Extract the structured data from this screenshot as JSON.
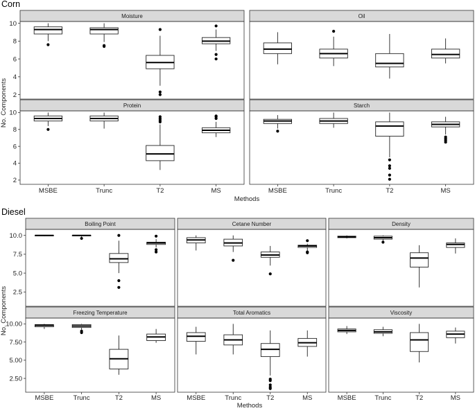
{
  "chart_data": [
    {
      "type": "boxplot",
      "title": "Corn",
      "xlabel": "Methods",
      "ylabel": "No. Components",
      "categories": [
        "MSBE",
        "Trunc",
        "T2",
        "MS"
      ],
      "ylim": [
        1.5,
        10.2
      ],
      "yticks": [
        2,
        4,
        6,
        8,
        10
      ],
      "ytick_labels": [
        "2",
        "4",
        "6",
        "8",
        "10"
      ],
      "panels": [
        {
          "name": "Moisture",
          "boxes": [
            {
              "category": "MSBE",
              "lower_whisker": 8.0,
              "q1": 8.8,
              "median": 9.3,
              "q3": 9.6,
              "upper_whisker": 10.0,
              "outliers": [
                7.6
              ]
            },
            {
              "category": "Trunc",
              "lower_whisker": 7.9,
              "q1": 8.8,
              "median": 9.3,
              "q3": 9.5,
              "upper_whisker": 10.0,
              "outliers": [
                7.5,
                7.4
              ]
            },
            {
              "category": "T2",
              "lower_whisker": 3.0,
              "q1": 4.9,
              "median": 5.6,
              "q3": 6.4,
              "upper_whisker": 8.6,
              "outliers": [
                9.3,
                2.3,
                2.0
              ]
            },
            {
              "category": "MS",
              "lower_whisker": 6.9,
              "q1": 7.7,
              "median": 8.0,
              "q3": 8.4,
              "upper_whisker": 9.3,
              "outliers": [
                9.7,
                6.5,
                6.0
              ]
            }
          ]
        },
        {
          "name": "Oil",
          "boxes": [
            {
              "category": "MSBE",
              "lower_whisker": 5.4,
              "q1": 6.6,
              "median": 7.1,
              "q3": 7.8,
              "upper_whisker": 9.0,
              "outliers": []
            },
            {
              "category": "Trunc",
              "lower_whisker": 5.2,
              "q1": 6.1,
              "median": 6.6,
              "q3": 7.1,
              "upper_whisker": 8.5,
              "outliers": [
                9.1
              ]
            },
            {
              "category": "T2",
              "lower_whisker": 3.8,
              "q1": 5.1,
              "median": 5.5,
              "q3": 6.6,
              "upper_whisker": 8.8,
              "outliers": []
            },
            {
              "category": "MS",
              "lower_whisker": 5.5,
              "q1": 6.1,
              "median": 6.5,
              "q3": 7.1,
              "upper_whisker": 8.3,
              "outliers": []
            }
          ]
        },
        {
          "name": "Protein",
          "boxes": [
            {
              "category": "MSBE",
              "lower_whisker": 8.4,
              "q1": 9.0,
              "median": 9.3,
              "q3": 9.6,
              "upper_whisker": 10.0,
              "outliers": [
                8.0
              ]
            },
            {
              "category": "Trunc",
              "lower_whisker": 8.1,
              "q1": 9.0,
              "median": 9.3,
              "q3": 9.6,
              "upper_whisker": 10.0,
              "outliers": []
            },
            {
              "category": "T2",
              "lower_whisker": 3.2,
              "q1": 4.3,
              "median": 5.1,
              "q3": 6.1,
              "upper_whisker": 8.6,
              "outliers": [
                9.5,
                9.3,
                9.1,
                8.9
              ]
            },
            {
              "category": "MS",
              "lower_whisker": 7.1,
              "q1": 7.6,
              "median": 7.9,
              "q3": 8.2,
              "upper_whisker": 8.9,
              "outliers": [
                9.6,
                9.5,
                9.3
              ]
            }
          ]
        },
        {
          "name": "Starch",
          "boxes": [
            {
              "category": "MSBE",
              "lower_whisker": 8.1,
              "q1": 8.7,
              "median": 9.0,
              "q3": 9.2,
              "upper_whisker": 9.7,
              "outliers": [
                7.8
              ]
            },
            {
              "category": "Trunc",
              "lower_whisker": 8.2,
              "q1": 8.7,
              "median": 9.0,
              "q3": 9.3,
              "upper_whisker": 10.0,
              "outliers": []
            },
            {
              "category": "T2",
              "lower_whisker": 4.7,
              "q1": 7.2,
              "median": 8.4,
              "q3": 8.9,
              "upper_whisker": 10.0,
              "outliers": [
                4.4,
                3.7,
                3.4,
                2.6,
                2.1
              ]
            },
            {
              "category": "MS",
              "lower_whisker": 7.4,
              "q1": 8.3,
              "median": 8.6,
              "q3": 8.9,
              "upper_whisker": 9.5,
              "outliers": [
                7.1,
                6.9,
                6.7,
                6.5
              ]
            }
          ]
        }
      ]
    },
    {
      "type": "boxplot",
      "title": "Diesel",
      "xlabel": "Methods",
      "ylabel": "No. Components",
      "categories": [
        "MSBE",
        "Trunc",
        "T2",
        "MS"
      ],
      "ylim": [
        0.6,
        10.8
      ],
      "yticks": [
        2.5,
        5.0,
        7.5,
        10.0
      ],
      "ytick_labels": [
        "2.50",
        "5.00",
        "7.50",
        "10.00"
      ],
      "row1_ytick_labels": [
        "2.5",
        "5.0",
        "7.5",
        "10.0"
      ],
      "panels": [
        {
          "name": "Boiling Point",
          "boxes": [
            {
              "category": "MSBE",
              "lower_whisker": 9.9,
              "q1": 9.95,
              "median": 10.0,
              "q3": 10.0,
              "upper_whisker": 10.0,
              "outliers": []
            },
            {
              "category": "Trunc",
              "lower_whisker": 9.8,
              "q1": 9.95,
              "median": 10.0,
              "q3": 10.0,
              "upper_whisker": 10.0,
              "outliers": [
                9.6
              ]
            },
            {
              "category": "T2",
              "lower_whisker": 5.0,
              "q1": 6.4,
              "median": 6.9,
              "q3": 7.6,
              "upper_whisker": 9.3,
              "outliers": [
                10.0,
                4.0,
                3.1
              ]
            },
            {
              "category": "MS",
              "lower_whisker": 8.4,
              "q1": 8.8,
              "median": 9.0,
              "q3": 9.1,
              "upper_whisker": 9.5,
              "outliers": [
                9.9,
                8.1,
                7.8
              ]
            }
          ]
        },
        {
          "name": "Cetane Number",
          "boxes": [
            {
              "category": "MSBE",
              "lower_whisker": 8.0,
              "q1": 9.0,
              "median": 9.4,
              "q3": 9.7,
              "upper_whisker": 10.0,
              "outliers": []
            },
            {
              "category": "Trunc",
              "lower_whisker": 7.8,
              "q1": 8.6,
              "median": 9.0,
              "q3": 9.5,
              "upper_whisker": 10.0,
              "outliers": [
                6.7
              ]
            },
            {
              "category": "T2",
              "lower_whisker": 6.0,
              "q1": 7.1,
              "median": 7.4,
              "q3": 7.8,
              "upper_whisker": 8.6,
              "outliers": [
                4.9
              ]
            },
            {
              "category": "MS",
              "lower_whisker": 8.0,
              "q1": 8.4,
              "median": 8.6,
              "q3": 8.7,
              "upper_whisker": 8.9,
              "outliers": [
                9.3,
                7.8,
                7.7
              ]
            }
          ]
        },
        {
          "name": "Density",
          "boxes": [
            {
              "category": "MSBE",
              "lower_whisker": 9.6,
              "q1": 9.7,
              "median": 9.8,
              "q3": 9.9,
              "upper_whisker": 10.0,
              "outliers": []
            },
            {
              "category": "Trunc",
              "lower_whisker": 9.3,
              "q1": 9.5,
              "median": 9.7,
              "q3": 9.9,
              "upper_whisker": 10.0,
              "outliers": [
                9.1
              ]
            },
            {
              "category": "T2",
              "lower_whisker": 3.1,
              "q1": 5.8,
              "median": 7.0,
              "q3": 7.7,
              "upper_whisker": 8.7,
              "outliers": []
            },
            {
              "category": "MS",
              "lower_whisker": 7.6,
              "q1": 8.4,
              "median": 8.8,
              "q3": 9.0,
              "upper_whisker": 9.6,
              "outliers": []
            }
          ]
        },
        {
          "name": "Freezing Temperature",
          "boxes": [
            {
              "category": "MSBE",
              "lower_whisker": 9.3,
              "q1": 9.6,
              "median": 9.8,
              "q3": 9.9,
              "upper_whisker": 10.0,
              "outliers": []
            },
            {
              "category": "Trunc",
              "lower_whisker": 9.2,
              "q1": 9.5,
              "median": 9.7,
              "q3": 9.9,
              "upper_whisker": 10.0,
              "outliers": [
                9.0,
                8.8
              ]
            },
            {
              "category": "T2",
              "lower_whisker": 3.0,
              "q1": 3.8,
              "median": 5.2,
              "q3": 6.5,
              "upper_whisker": 8.4,
              "outliers": []
            },
            {
              "category": "MS",
              "lower_whisker": 7.4,
              "q1": 7.7,
              "median": 8.2,
              "q3": 8.6,
              "upper_whisker": 9.3,
              "outliers": []
            }
          ]
        },
        {
          "name": "Total Aromatics",
          "boxes": [
            {
              "category": "MSBE",
              "lower_whisker": 5.8,
              "q1": 7.6,
              "median": 8.3,
              "q3": 8.8,
              "upper_whisker": 9.6,
              "outliers": []
            },
            {
              "category": "Trunc",
              "lower_whisker": 5.8,
              "q1": 7.1,
              "median": 7.8,
              "q3": 8.5,
              "upper_whisker": 10.0,
              "outliers": []
            },
            {
              "category": "T2",
              "lower_whisker": 2.9,
              "q1": 5.5,
              "median": 6.5,
              "q3": 7.3,
              "upper_whisker": 9.1,
              "outliers": [
                2.4,
                2.2,
                1.6,
                1.3,
                1.1
              ]
            },
            {
              "category": "MS",
              "lower_whisker": 5.5,
              "q1": 6.9,
              "median": 7.4,
              "q3": 8.0,
              "upper_whisker": 9.1,
              "outliers": []
            }
          ]
        },
        {
          "name": "Viscosity",
          "boxes": [
            {
              "category": "MSBE",
              "lower_whisker": 8.6,
              "q1": 8.9,
              "median": 9.1,
              "q3": 9.3,
              "upper_whisker": 9.7,
              "outliers": []
            },
            {
              "category": "Trunc",
              "lower_whisker": 8.3,
              "q1": 8.7,
              "median": 8.9,
              "q3": 9.2,
              "upper_whisker": 9.6,
              "outliers": []
            },
            {
              "category": "T2",
              "lower_whisker": 4.7,
              "q1": 6.2,
              "median": 7.8,
              "q3": 8.8,
              "upper_whisker": 10.0,
              "outliers": []
            },
            {
              "category": "MS",
              "lower_whisker": 7.3,
              "q1": 8.1,
              "median": 8.6,
              "q3": 9.0,
              "upper_whisker": 9.5,
              "outliers": []
            }
          ]
        }
      ]
    }
  ]
}
